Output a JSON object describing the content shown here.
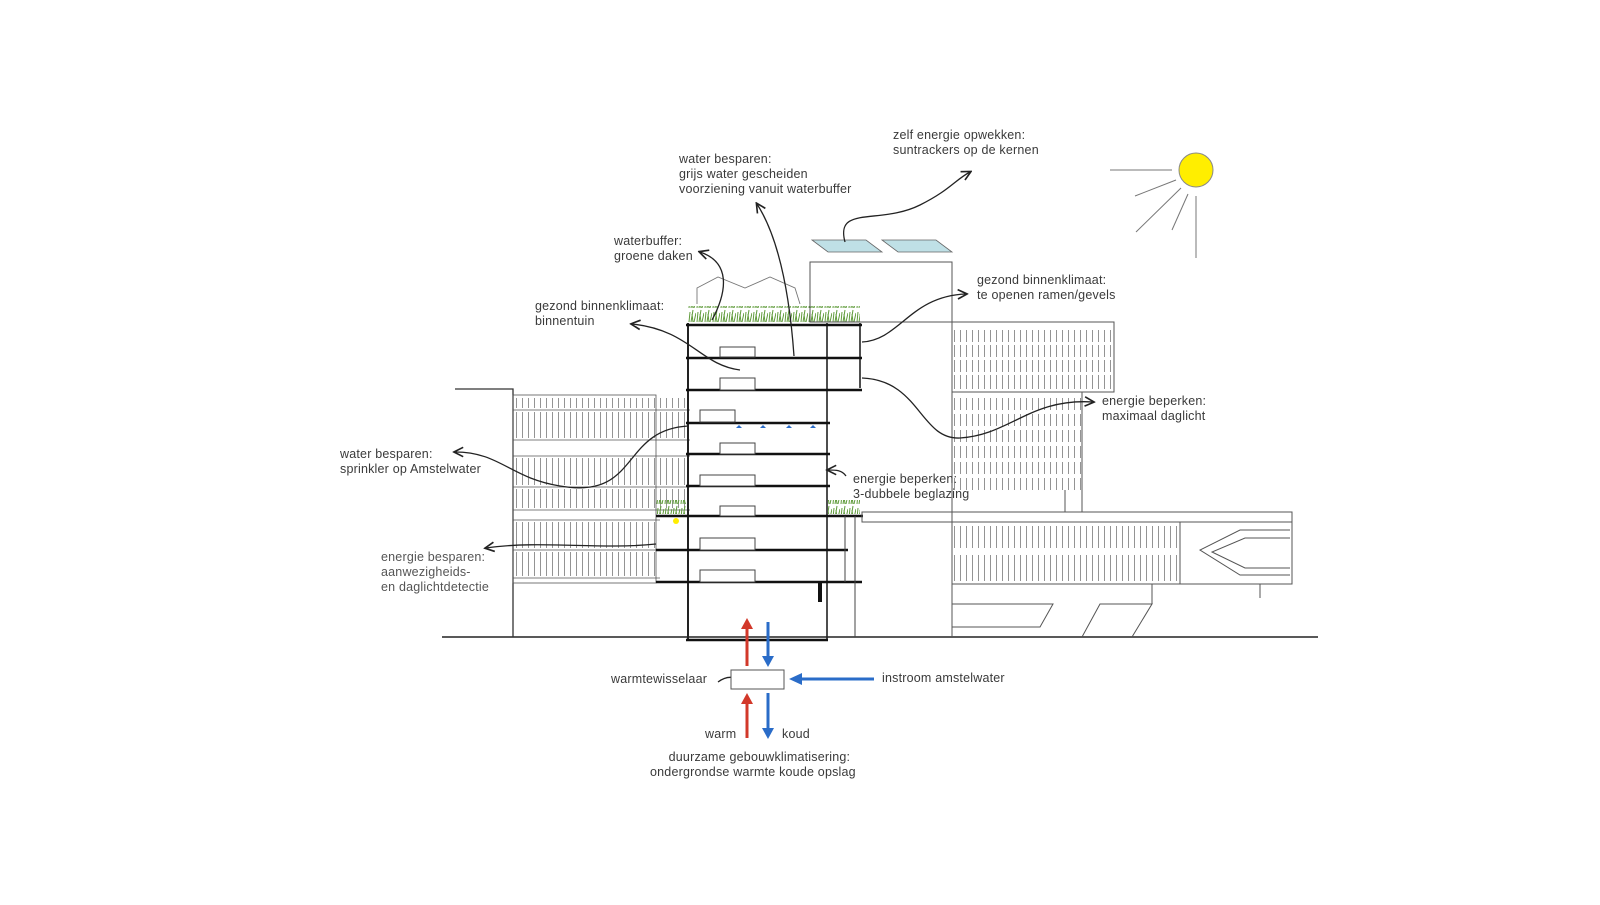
{
  "labels": {
    "self_energy": {
      "lines": [
        "zelf energie opwekken:",
        "suntrackers op de kernen"
      ]
    },
    "water_save_top": {
      "lines": [
        "water besparen:",
        "grijs water gescheiden",
        "voorziening vanuit waterbuffer"
      ]
    },
    "waterbuffer": {
      "lines": [
        "waterbuffer:",
        "groene daken"
      ]
    },
    "healthy_garden": {
      "lines": [
        "gezond binnenklimaat:",
        "binnentuin"
      ]
    },
    "healthy_windows": {
      "lines": [
        "gezond binnenklimaat:",
        "te openen ramen/gevels"
      ]
    },
    "energy_daylight": {
      "lines": [
        "energie beperken:",
        "maximaal daglicht"
      ]
    },
    "water_sprinkler": {
      "lines": [
        "water besparen:",
        "sprinkler op Amstelwater"
      ]
    },
    "energy_glazing": {
      "lines": [
        "energie beperken:",
        "3-dubbele beglazing"
      ]
    },
    "energy_detect": {
      "lines": [
        "energie besparen:",
        "aanwezigheids-",
        "en daglichtdetectie"
      ]
    },
    "heat_exchanger": "warmtewisselaar",
    "inflow": "instroom amstelwater",
    "warm": "warm",
    "cold": "koud",
    "sustainable": {
      "lines": [
        "duurzame gebouwklimatisering:",
        "ondergrondse warmte koude opslag"
      ]
    }
  },
  "colors": {
    "line": "#1a1a1a",
    "text": "#3a3a3a",
    "warm_arrow": "#d2382a",
    "cold_arrow": "#2a6cc8",
    "sun": "#ffee00",
    "sun_stroke": "#777777",
    "solar_panel": "#bfe0e6",
    "greenery": "#5f9b3a"
  }
}
